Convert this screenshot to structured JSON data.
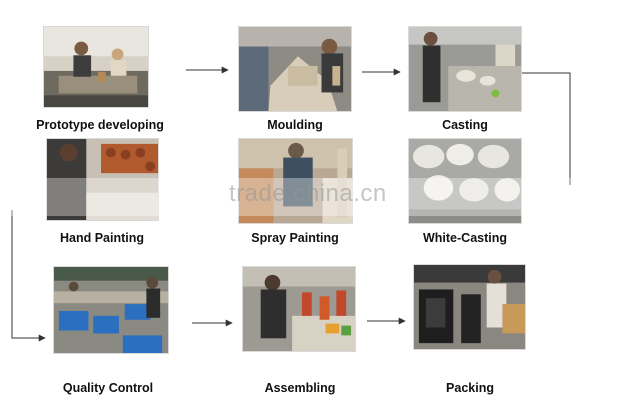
{
  "steps": [
    {
      "label": "Prototype developing"
    },
    {
      "label": "Moulding"
    },
    {
      "label": "Casting"
    },
    {
      "label": "Hand Painting"
    },
    {
      "label": "Spray Painting"
    },
    {
      "label": "White-Casting"
    },
    {
      "label": "Quality Control"
    },
    {
      "label": "Assembling"
    },
    {
      "label": "Packing"
    }
  ],
  "watermark": "trade.china.cn",
  "colors": {
    "arrow": "#333333",
    "label": "#111111"
  }
}
